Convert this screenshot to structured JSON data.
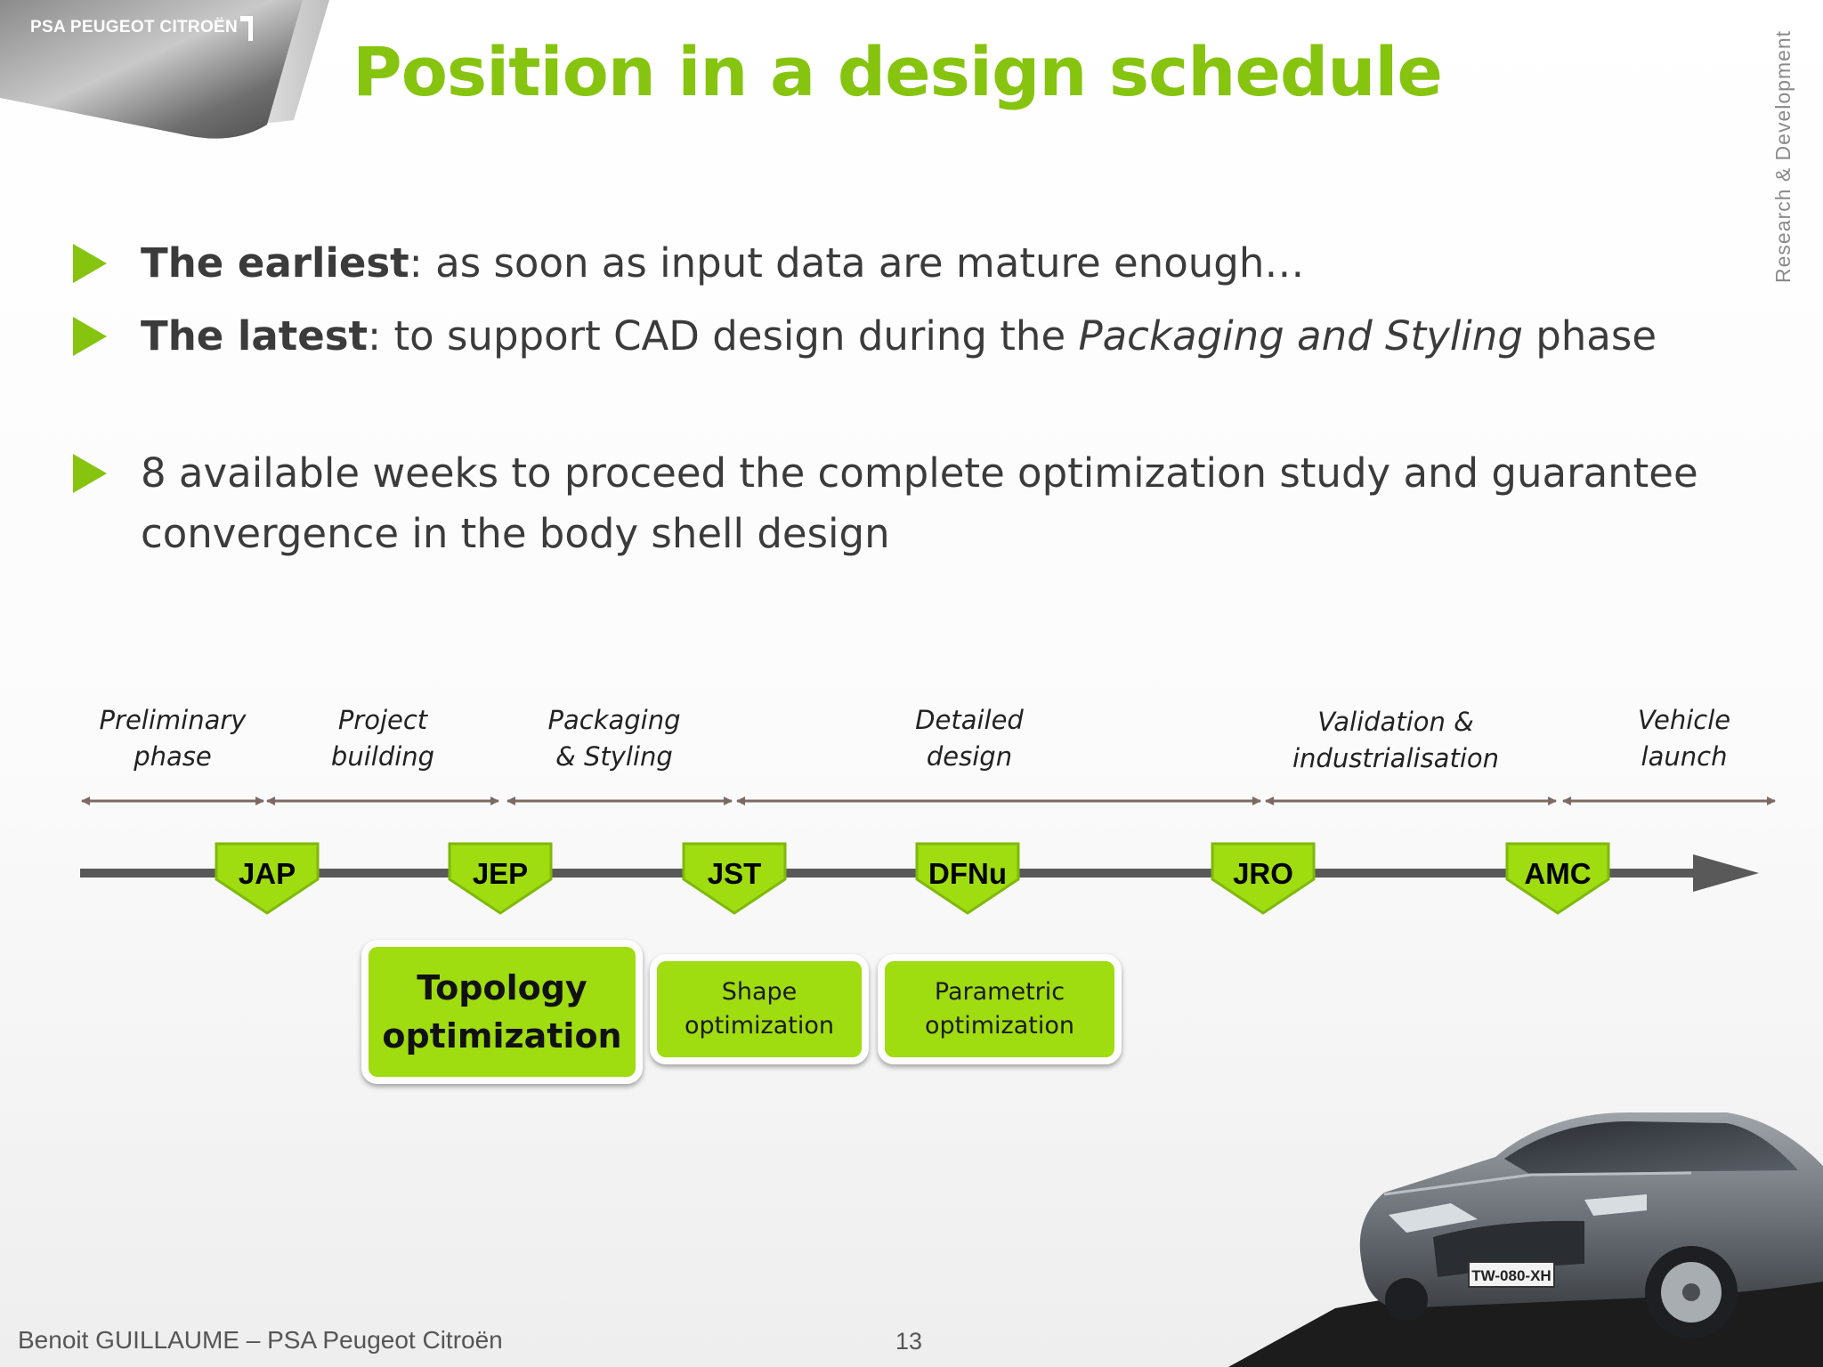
{
  "header": {
    "logo_text": "PSA PEUGEOT CITROËN",
    "title": "Position in a design schedule",
    "side_label": "Research & Development"
  },
  "bullets": [
    {
      "bold": "The earliest",
      "text": ": as soon as input data are mature enough…"
    },
    {
      "bold": "The latest",
      "text_before": ": to support CAD design during the ",
      "italic": "Packaging and Styling",
      "text_after": " phase"
    },
    {
      "line1": "8 available weeks to proceed the complete optimization study and guarantee",
      "line2": "convergence in the body shell design"
    }
  ],
  "timeline": {
    "phases": [
      {
        "line1": "Preliminary",
        "line2": "phase"
      },
      {
        "line1": "Project",
        "line2": "building"
      },
      {
        "line1": "Packaging",
        "line2": "& Styling"
      },
      {
        "line1": "Detailed",
        "line2": "design"
      },
      {
        "line1": "Validation &",
        "line2": "industrialisation"
      },
      {
        "line1": "Vehicle",
        "line2": "launch"
      }
    ],
    "milestones": [
      "JAP",
      "JEP",
      "JST",
      "DFNu",
      "JRO",
      "AMC"
    ],
    "boxes": [
      {
        "label": "Topology\noptimization"
      },
      {
        "label": "Shape\noptimization"
      },
      {
        "label": "Parametric\noptimization"
      }
    ],
    "colors": {
      "accent": "#86c40f",
      "box": "#9fdc10",
      "axis": "#595959",
      "arrow": "#7a6a62"
    }
  },
  "car": {
    "plate": "TW-080-XH"
  },
  "footer": {
    "author": "Benoit GUILLAUME – PSA Peugeot Citroën",
    "page": "13"
  }
}
